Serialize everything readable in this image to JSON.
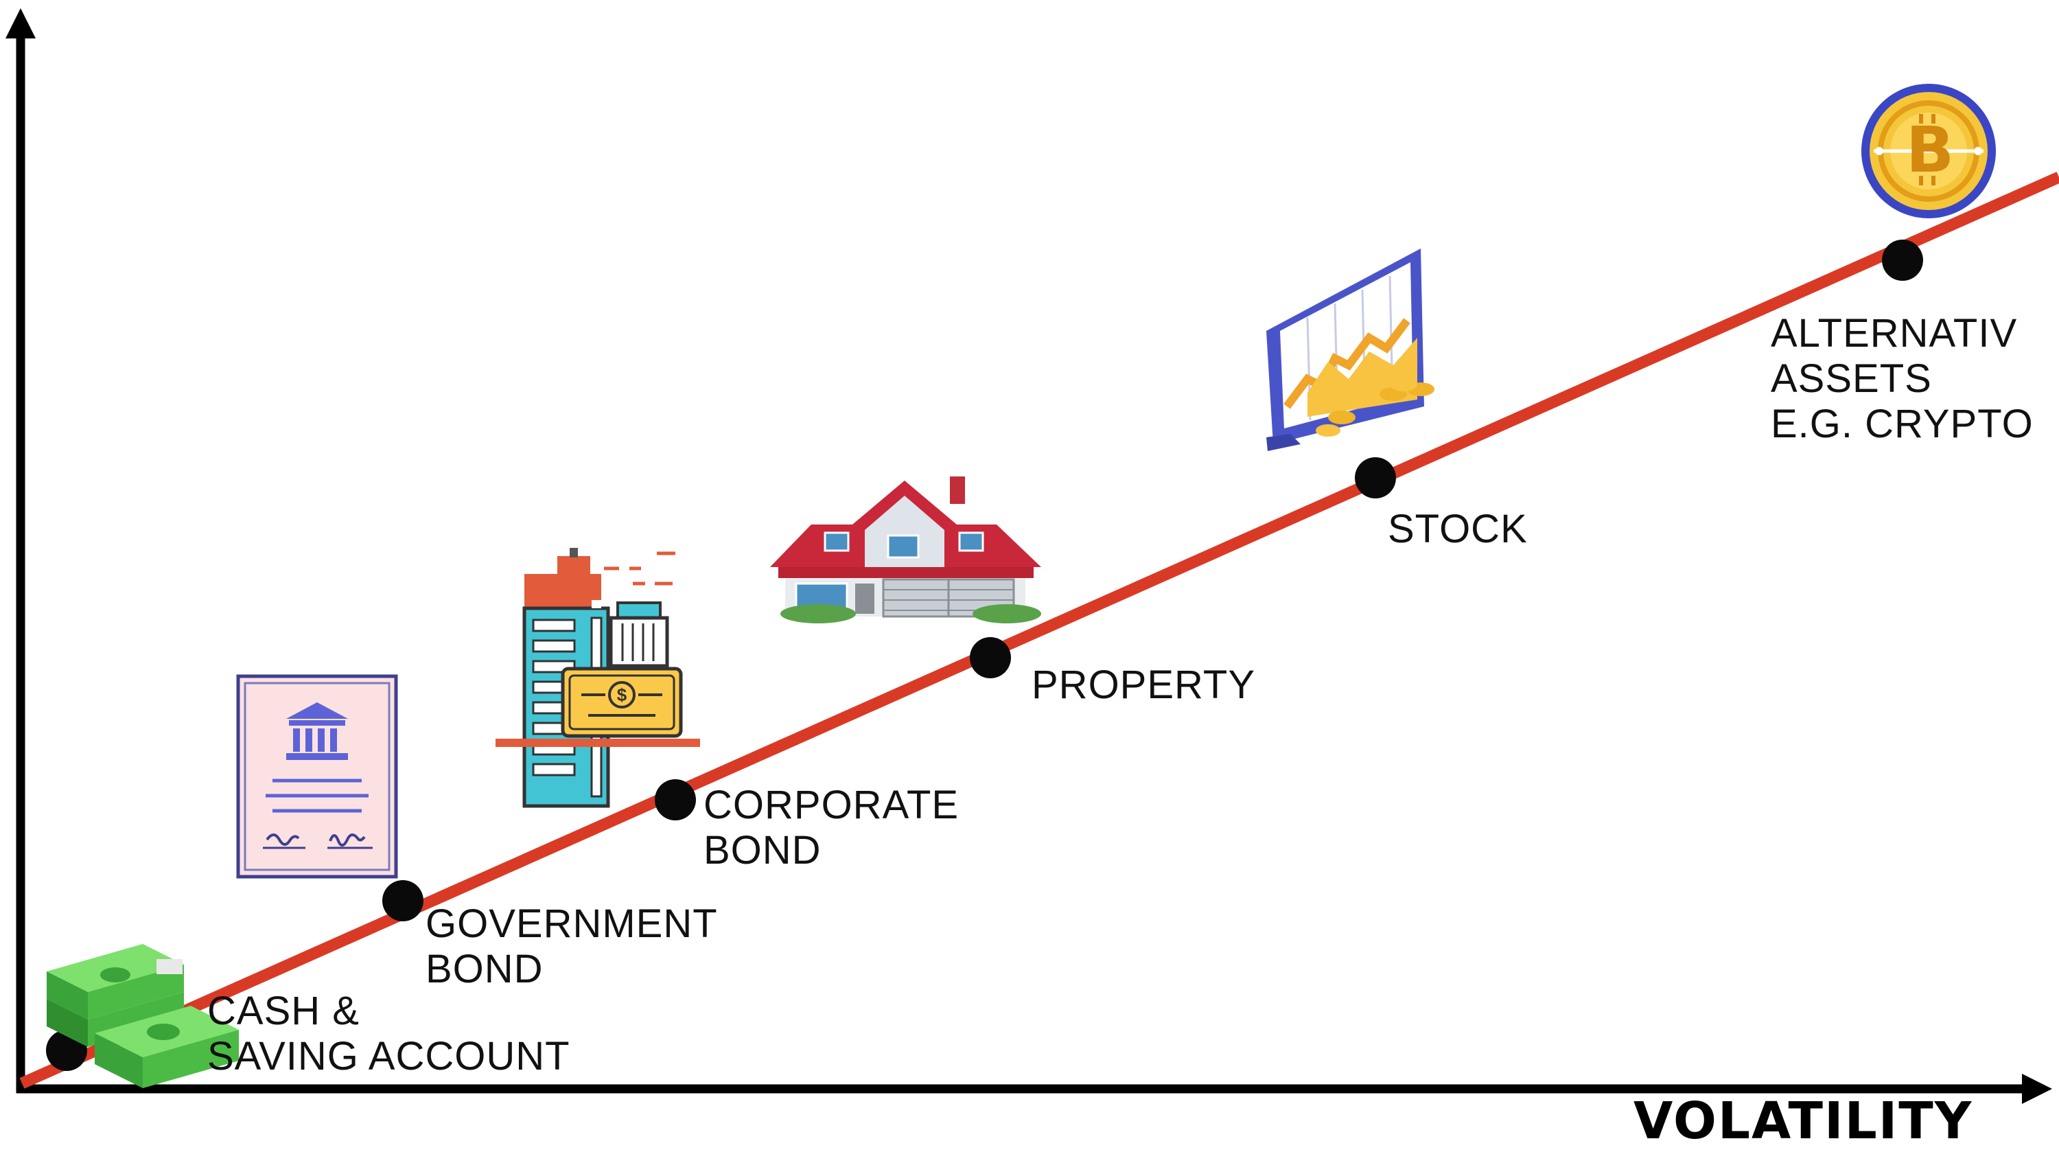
{
  "axes": {
    "x_label": "VOLATILITY"
  },
  "steps": [
    {
      "id": "cash",
      "lines": [
        "CASH &",
        "SAVING ACCOUNT"
      ],
      "icon": "cash-stack-icon"
    },
    {
      "id": "government-bond",
      "lines": [
        "GOVERNMENT",
        "BOND"
      ],
      "icon": "bond-certificate-icon"
    },
    {
      "id": "corporate-bond",
      "lines": [
        "CORPORATE",
        "BOND"
      ],
      "icon": "office-building-icon"
    },
    {
      "id": "property",
      "lines": [
        "PROPERTY"
      ],
      "icon": "house-icon"
    },
    {
      "id": "stock",
      "lines": [
        "STOCK"
      ],
      "icon": "stock-chart-monitor-icon"
    },
    {
      "id": "alternative-assets",
      "lines": [
        "ALTERNATIV",
        "ASSETS",
        "E.G. CRYPTO"
      ],
      "icon": "bitcoin-coin-icon"
    }
  ],
  "colors": {
    "axis": "#000000",
    "trend_line": "#d93a26",
    "dot": "#0a0a0a"
  }
}
